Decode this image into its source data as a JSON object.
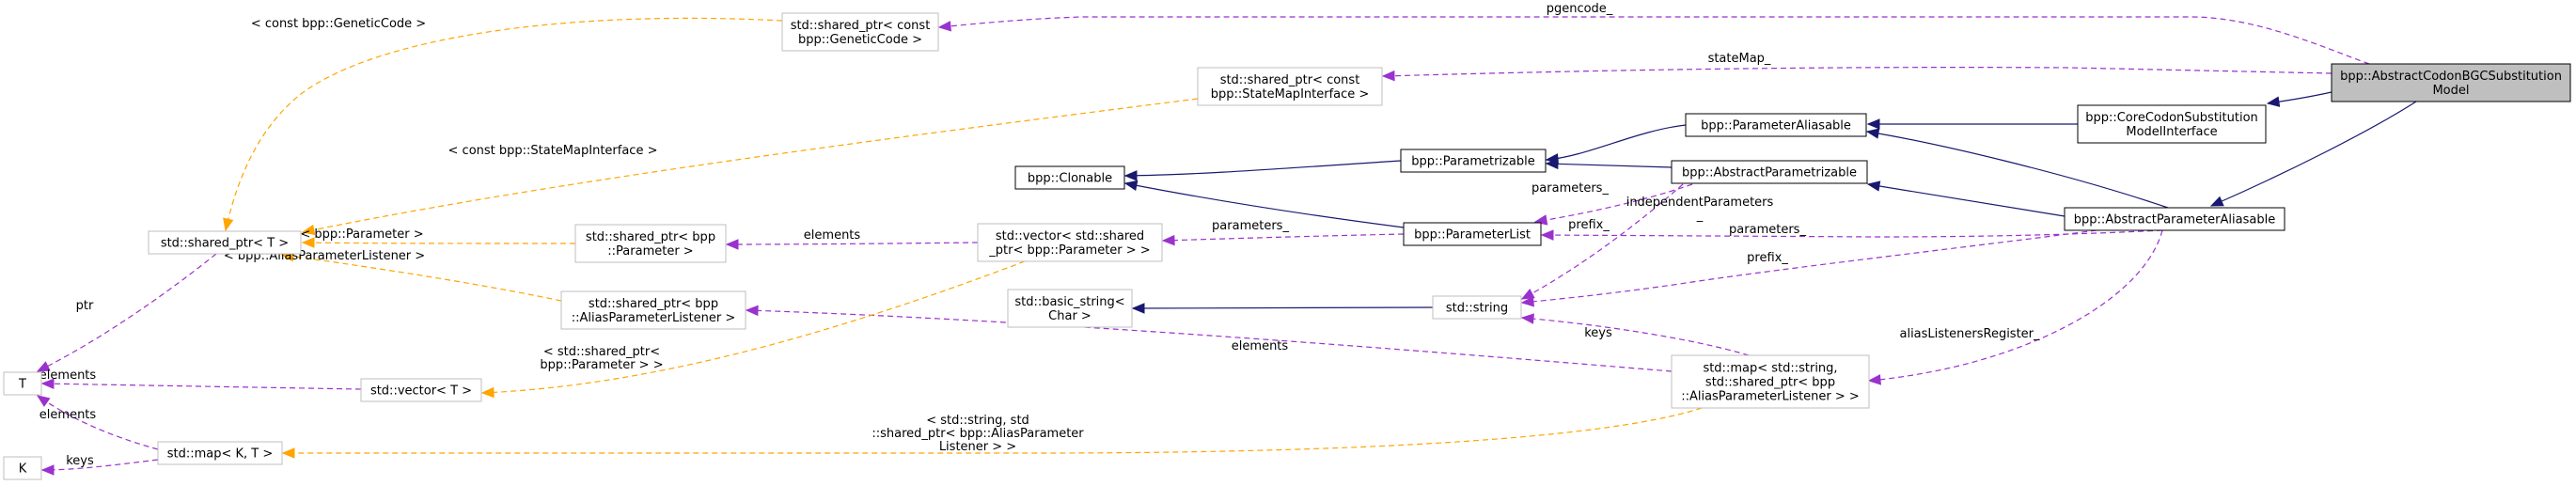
{
  "nodes": {
    "bgc": [
      "bpp::AbstractCodonBGCSubstitution",
      "Model"
    ],
    "core": [
      "bpp::CoreCodonSubstitution",
      "ModelInterface"
    ],
    "aparal": [
      "bpp::AbstractParameterAliasable"
    ],
    "paral": [
      "bpp::ParameterAliasable"
    ],
    "aparam": [
      "bpp::AbstractParametrizable"
    ],
    "param": [
      "bpp::Parametrizable"
    ],
    "clon": [
      "bpp::Clonable"
    ],
    "plist": [
      "bpp::ParameterList"
    ],
    "sstr": [
      "std::string"
    ],
    "bstr": [
      "std::basic_string<",
      "Char >"
    ],
    "gc": [
      "std::shared_ptr< const",
      "bpp::GeneticCode >"
    ],
    "smi": [
      "std::shared_ptr< const",
      "bpp::StateMapInterface >"
    ],
    "spt": [
      "std::shared_ptr< T >"
    ],
    "spp": [
      "std::shared_ptr< bpp",
      "::Parameter >"
    ],
    "vpp": [
      "std::vector< std::shared",
      "_ptr< bpp::Parameter > >"
    ],
    "spal": [
      "std::shared_ptr< bpp",
      "::AliasParameterListener >"
    ],
    "vt": [
      "std::vector< T >"
    ],
    "t": [
      "T"
    ],
    "k": [
      "K"
    ],
    "mkt": [
      "std::map< K, T >"
    ],
    "mss": [
      "std::map< std::string,",
      "std::shared_ptr< bpp",
      "::AliasParameterListener > >"
    ]
  },
  "edges": {
    "pgencode": [
      "pgencode_"
    ],
    "stateMap": [
      "stateMap_"
    ],
    "independentParameters": [
      "independentParameters",
      "_"
    ],
    "parameters_plist_aparal": [
      "parameters_"
    ],
    "prefix_aparal": [
      "prefix_"
    ],
    "parameters_plist_aparam": [
      "parameters_"
    ],
    "prefix_aparam": [
      "prefix_"
    ],
    "parameters_vpp": [
      "parameters_"
    ],
    "elements_spp": [
      "elements"
    ],
    "elements_spal": [
      "elements"
    ],
    "elements_t_vt": [
      "elements"
    ],
    "elements_t_mkt": [
      "elements"
    ],
    "keys_k": [
      "keys"
    ],
    "keys_sstr": [
      "keys"
    ],
    "aliasListenersRegister": [
      "aliasListenersRegister_"
    ],
    "ptr": [
      "ptr"
    ],
    "tpl_gc": [
      "< const bpp::GeneticCode >"
    ],
    "tpl_smi": [
      "< const bpp::StateMapInterface >"
    ],
    "tpl_param": [
      "< bpp::Parameter >"
    ],
    "tpl_alias": [
      "< bpp::AliasParameterListener >"
    ],
    "tpl_vec": [
      "< std::shared_ptr<",
      "bpp::Parameter > >"
    ],
    "tpl_map": [
      "< std::string, std",
      "::shared_ptr< bpp::AliasParameter",
      "Listener > >"
    ]
  }
}
